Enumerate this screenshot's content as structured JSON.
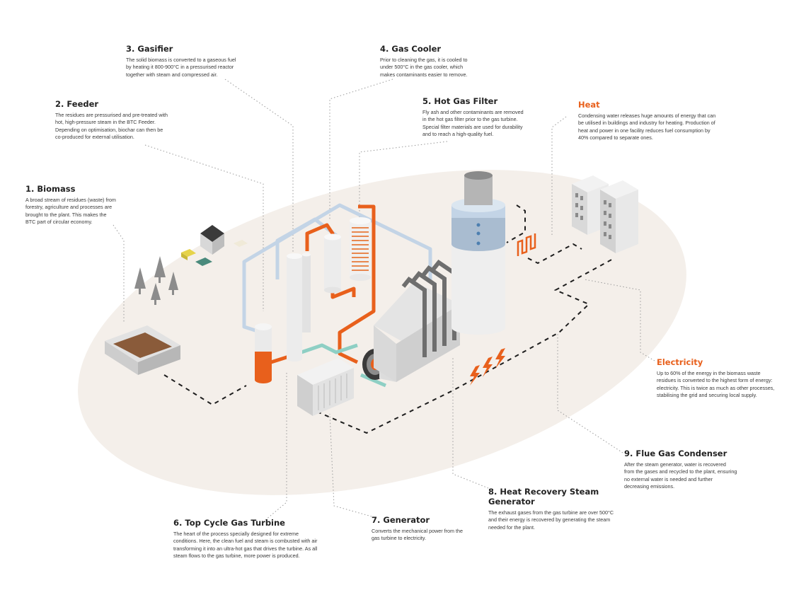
{
  "callouts": [
    {
      "id": "biomass",
      "title": "1. Biomass",
      "text": "A broad stream of residues (waste) from forestry, agriculture and processes are brought to the plant. This makes the BTC part of circular economy."
    },
    {
      "id": "feeder",
      "title": "2. Feeder",
      "text": "The residues are pressurised and pre-treated with hot, high-pressure steam in the BTC Feeder. Depending on optimisation, biochar can then be co-produced for external utilisation."
    },
    {
      "id": "gasifier",
      "title": "3. Gasifier",
      "text": "The solid biomass is converted to a gaseous fuel by heating it 800-900°C in a pressurised reactor together with steam and compressed air."
    },
    {
      "id": "gas-cooler",
      "title": "4. Gas Cooler",
      "text": "Prior to cleaning the gas, it is cooled to under 500°C in the gas cooler, which makes contaminants easier to remove."
    },
    {
      "id": "hot-gas-filter",
      "title": "5. Hot Gas Filter",
      "text": "Fly ash and other contaminants are removed in the hot gas filter prior to the gas turbine. Special filter materials are used for durability and to reach a high-quality fuel."
    },
    {
      "id": "heat",
      "title": "Heat",
      "text": "Condensing water releases huge amounts of energy that can be utilised in buildings and industry for heating. Production of heat and power in one facility reduces fuel consumption by 40% compared to separate ones."
    },
    {
      "id": "electricity",
      "title": "Electricity",
      "text": "Up to 60% of the energy in the biomass waste residues is converted to the highest form of energy: electricity. This is twice as much as other processes, stabilising the grid and securing local supply."
    },
    {
      "id": "flue-gas-condenser",
      "title": "9. Flue Gas Condenser",
      "text": "After the steam generator, water is recovered from the gases and recycled to the plant, ensuring no external water is needed and further decreasing emissions."
    },
    {
      "id": "hrsg",
      "title": "8. Heat Recovery Steam Generator",
      "text": "The exhaust gases from the gas turbine are over 500°C and their energy is recovered by generating the steam needed for the plant."
    },
    {
      "id": "generator",
      "title": "7. Generator",
      "text": "Converts the mechanical power from the gas turbine to electricity."
    },
    {
      "id": "gas-turbine",
      "title": "6. Top Cycle Gas Turbine",
      "text": "The heart of the process specially designed for extreme conditions. Here, the clean fuel and steam is combusted with air transforming it into an ultra-hot gas that drives the turbine. As all steam flows to the gas turbine, more power is produced."
    }
  ],
  "colors": {
    "accent": "#e8601c",
    "steam": "#c3d4e6",
    "water": "#8ecfc4",
    "ground": "#f4efea",
    "outline": "#2b2b2b",
    "grey_light": "#e8e8e8",
    "grey_mid": "#c9c9c9",
    "grey_dark": "#8a8a8a"
  }
}
